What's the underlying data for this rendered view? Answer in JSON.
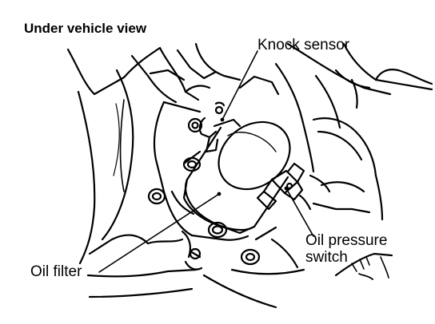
{
  "view_label": "Under vehicle view",
  "labels": {
    "knock_sensor": "Knock sensor",
    "oil_filter": "Oil filter",
    "oil_pressure_switch_line1": "Oil pressure",
    "oil_pressure_switch_line2": "switch"
  },
  "colors": {
    "ink": "#000000",
    "paper": "#ffffff"
  }
}
